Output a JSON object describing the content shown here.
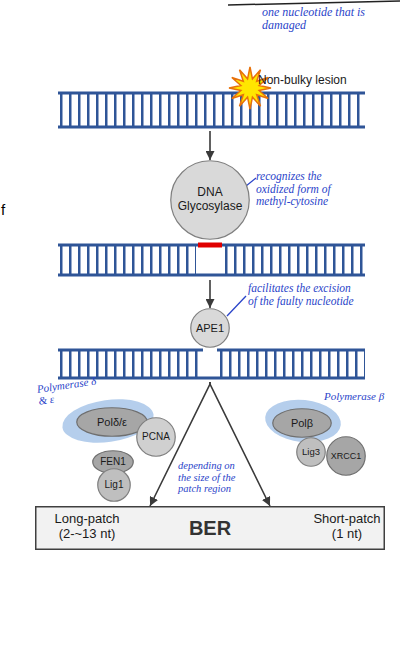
{
  "diagram": {
    "nodes": [
      {
        "text": [
          "Non-bulky lesion"
        ]
      },
      {
        "text": [
          "DNA Glycosylase"
        ]
      },
      {
        "text": [
          "APE1"
        ]
      },
      {
        "text": [
          "Polδ/ε"
        ]
      },
      {
        "text": [
          "PCNA"
        ]
      },
      {
        "text": [
          "FEN1"
        ]
      },
      {
        "text": [
          "Lig1"
        ]
      },
      {
        "text": [
          "Polβ"
        ]
      },
      {
        "text": [
          "Lig3"
        ]
      },
      {
        "text": [
          "XRCC1"
        ]
      },
      {
        "text": [
          "Long-patch (2-~13 nt)",
          "BER",
          "Short-patch (1 nt)"
        ]
      }
    ],
    "edges": [
      {
        "from": 0,
        "to": 1,
        "arrow": "to"
      },
      {
        "from": 1,
        "to": 2,
        "arrow": "to"
      },
      {
        "from": 2,
        "to": 10,
        "arrow": "to"
      },
      {
        "from": 2,
        "to": 10,
        "arrow": "to"
      }
    ],
    "labels": [
      "one nucleotide that is damaged",
      "recognizes the oxidized form of methyl-cytosine",
      "f",
      "facilitates the excision of the faulty nucleotide",
      "Polymerase δ & ε",
      "Polymerase β",
      "depending on the size of the patch region"
    ]
  }
}
